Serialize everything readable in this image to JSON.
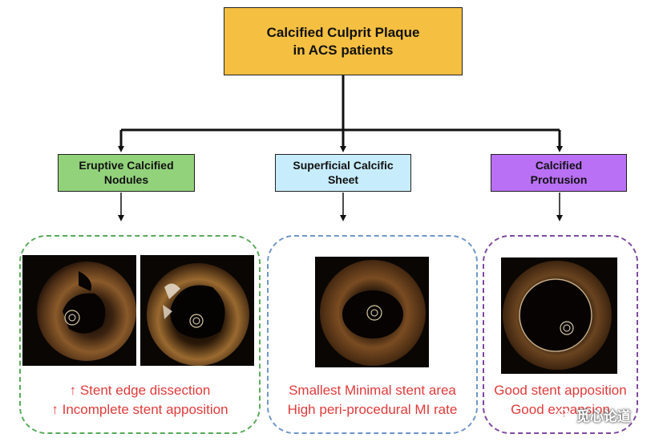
{
  "root": {
    "label": "Calcified Culprit Plaque\nin ACS patients",
    "color": "#f5bf42"
  },
  "categories": [
    {
      "label": "Eruptive Calcified\nNodules",
      "color": "#92d27b",
      "panel_border": "#5aaa5a",
      "findings": [
        "↑ Stent edge dissection",
        "↑ Incomplete stent apposition"
      ]
    },
    {
      "label": "Superficial Calcific\nSheet",
      "color": "#c7ecfb",
      "panel_border": "#6f96c8",
      "findings": [
        "Smallest Minimal stent area",
        "High peri-procedural MI rate"
      ]
    },
    {
      "label": "Calcified\nProtrusion",
      "color": "#b970f5",
      "panel_border": "#7d4a9e",
      "findings": [
        "Good stent apposition",
        "Good expansion"
      ]
    }
  ],
  "watermark": {
    "label": "觅心论道",
    "icon": "wechat-logo-icon"
  },
  "colors": {
    "finding_text": "#e03a3a",
    "connector": "#111111"
  }
}
